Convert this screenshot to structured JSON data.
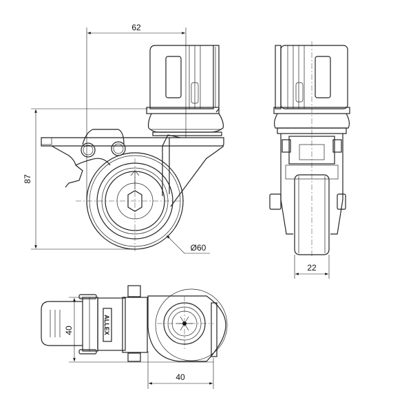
{
  "drawing": {
    "side_view": {
      "width_dim": "62",
      "height_dim": "87",
      "wheel_diameter_dim": "Ø60"
    },
    "front_view": {
      "wheel_width_dim": "22"
    },
    "top_view": {
      "lever_width_dim": "40",
      "plate_dim": "40",
      "logo_text": "ALLEX"
    }
  }
}
